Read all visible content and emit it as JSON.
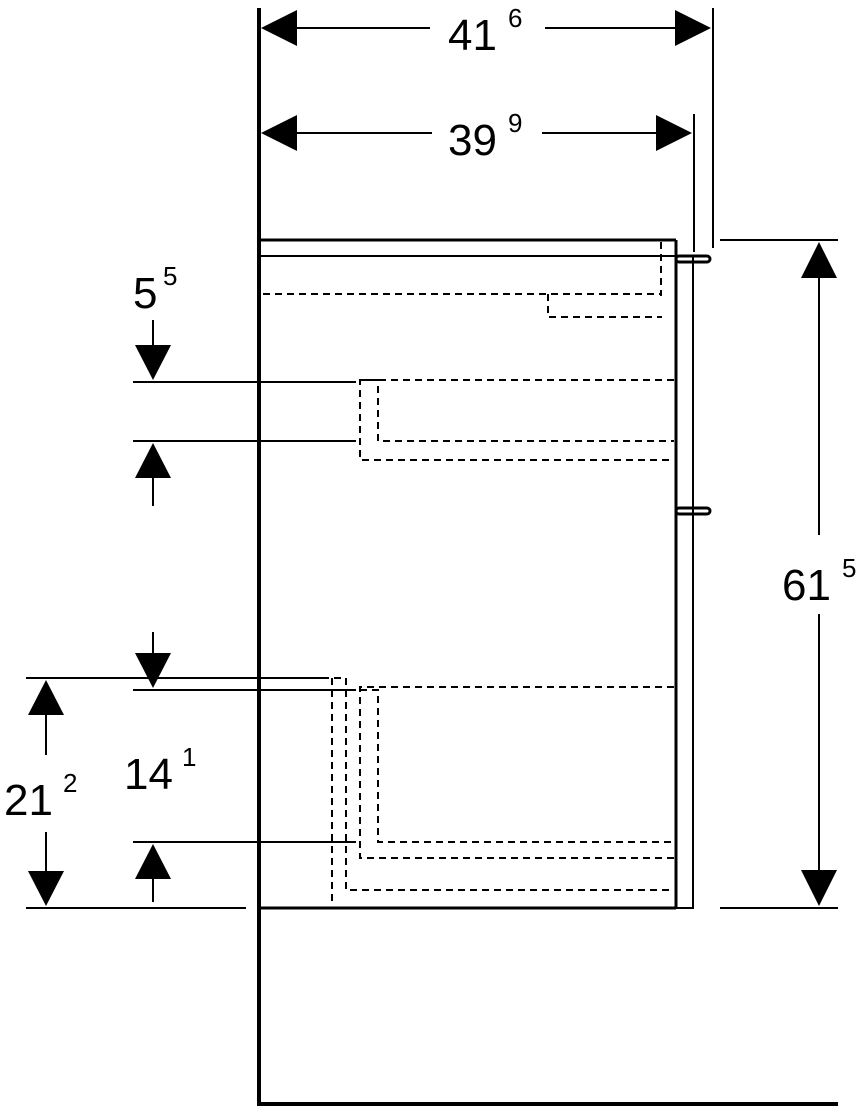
{
  "dimensions": {
    "overall_width": {
      "main": "41",
      "sup": "6"
    },
    "body_width": {
      "main": "39",
      "sup": "9"
    },
    "upper_drawer_offset": {
      "main": "5",
      "sup": "5"
    },
    "lower_drawer_offset": {
      "main": "14",
      "sup": "1"
    },
    "lower_drawer_height": {
      "main": "21",
      "sup": "2"
    },
    "overall_height": {
      "main": "61",
      "sup": "5"
    }
  },
  "colors": {
    "line": "#000000",
    "background": "#ffffff"
  }
}
